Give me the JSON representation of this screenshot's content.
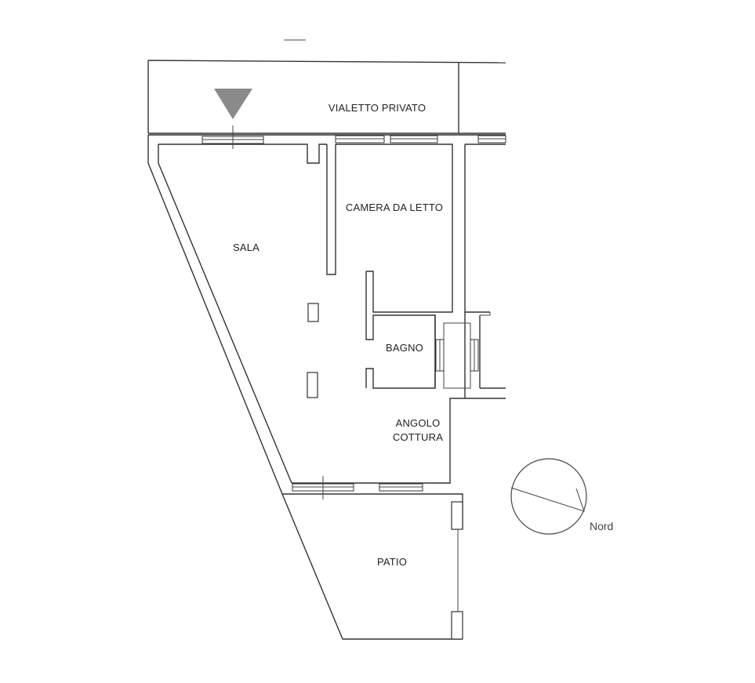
{
  "rooms": {
    "walkway": "VIALETTO PRIVATO",
    "bedroom": "CAMERA DA LETTO",
    "living": "SALA",
    "bathroom": "BAGNO",
    "kitchen_line1": "ANGOLO",
    "kitchen_line2": "COTTURA",
    "patio": "PATIO"
  },
  "compass": {
    "label": "Nord"
  },
  "colors": {
    "entrance_marker": "#8a8a8a",
    "walls": "#333333"
  }
}
